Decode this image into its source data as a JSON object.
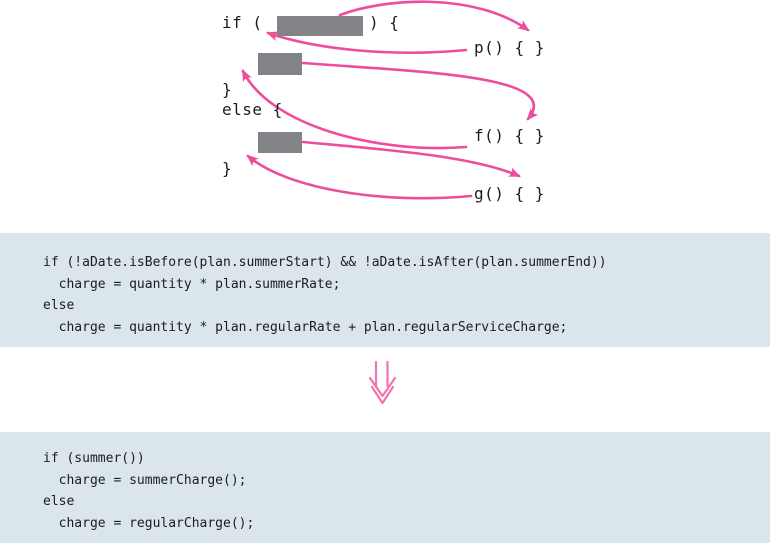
{
  "sketch": {
    "if_open": "if (",
    "cond_close": ") {",
    "then_close": "}",
    "else_open": "else {",
    "else_close": "}",
    "p_label": "p() { }",
    "f_label": "f() { }",
    "g_label": "g() { }"
  },
  "before_code": {
    "lines": [
      "if (!aDate.isBefore(plan.summerStart) && !aDate.isAfter(plan.summerEnd))",
      "  charge = quantity * plan.summerRate;",
      "else",
      "  charge = quantity * plan.regularRate + plan.regularServiceCharge;"
    ]
  },
  "after_code": {
    "lines": [
      "if (summer())",
      "  charge = summerCharge();",
      "else",
      "  charge = regularCharge();"
    ]
  },
  "colors": {
    "arrow_pink": "#ee4d9b",
    "transform_arrow_pink": "#f173af",
    "slot_gray": "#828487",
    "code_block_bg": "#dbe6ec",
    "text_ink": "#1c1c1c"
  }
}
